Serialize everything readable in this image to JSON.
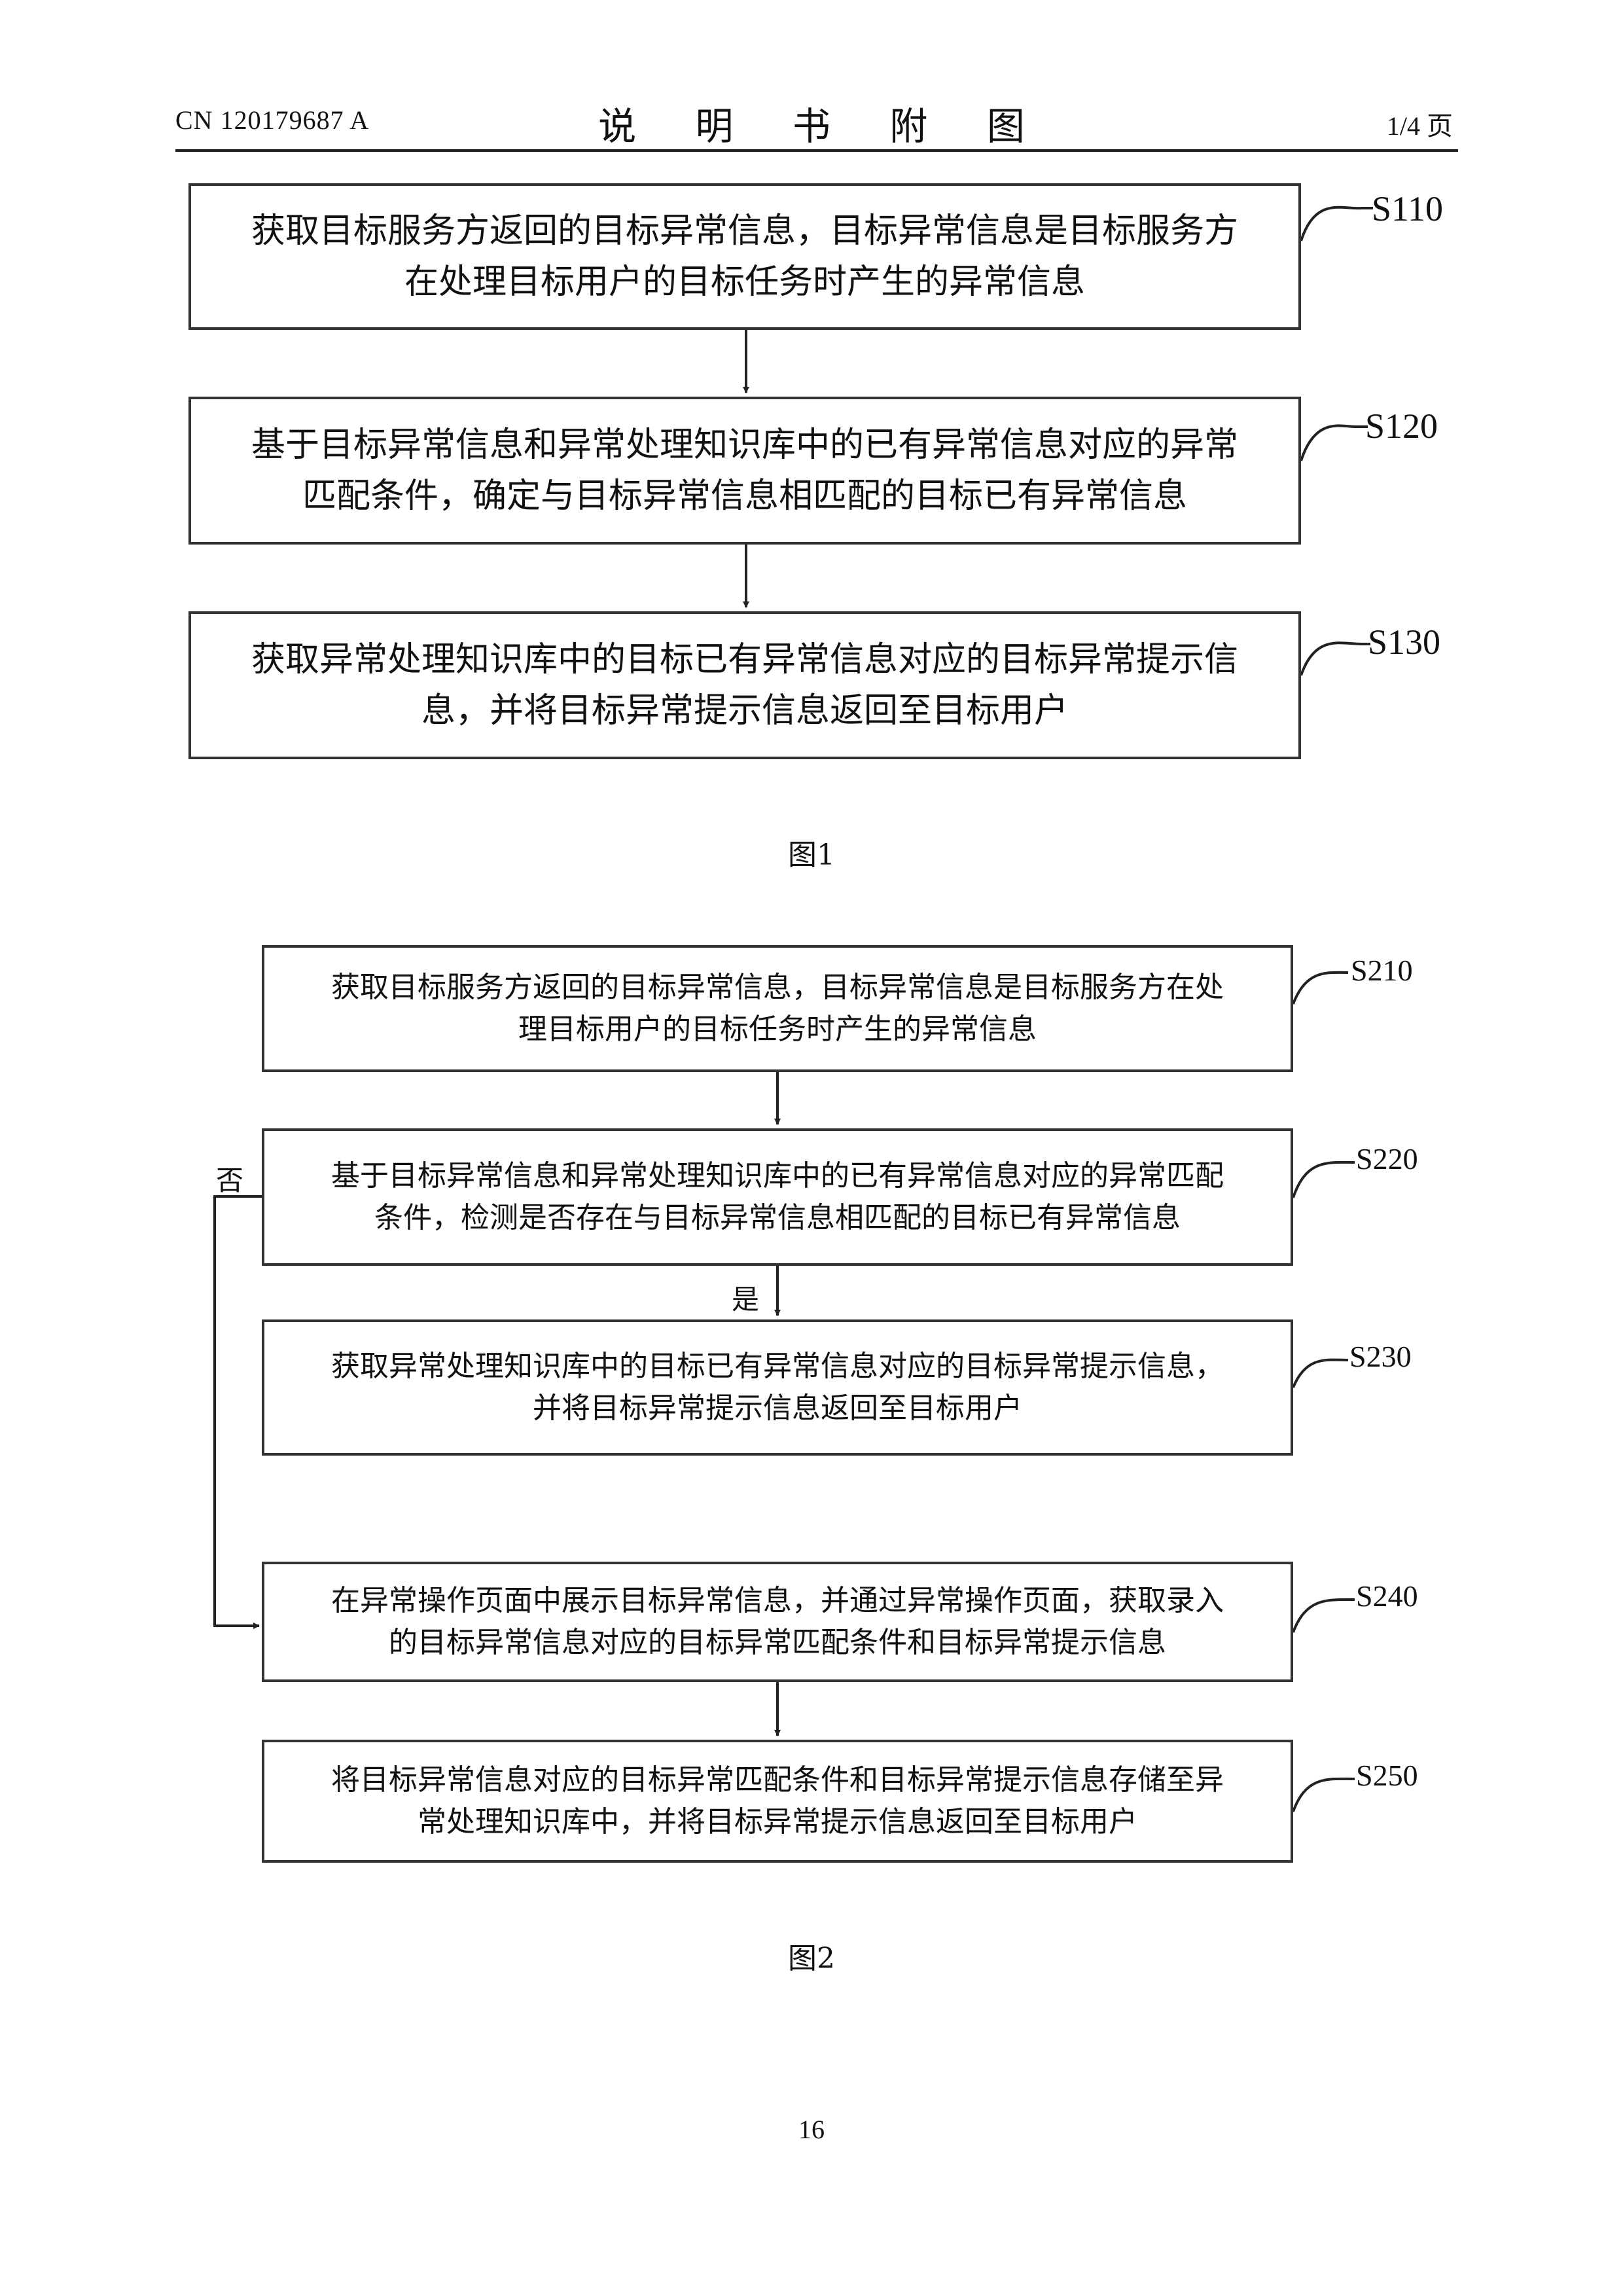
{
  "header": {
    "publication_number": "CN 120179687 A",
    "title": "说 明 书 附 图",
    "page_info": "1/4 页"
  },
  "figure1": {
    "caption": "图1",
    "steps": [
      {
        "id": "S110",
        "text_line1": "获取目标服务方返回的目标异常信息，目标异常信息是目标服务方",
        "text_line2": "在处理目标用户的目标任务时产生的异常信息"
      },
      {
        "id": "S120",
        "text_line1": "基于目标异常信息和异常处理知识库中的已有异常信息对应的异常",
        "text_line2": "匹配条件，确定与目标异常信息相匹配的目标已有异常信息"
      },
      {
        "id": "S130",
        "text_line1": "获取异常处理知识库中的目标已有异常信息对应的目标异常提示信",
        "text_line2": "息，并将目标异常提示信息返回至目标用户"
      }
    ]
  },
  "figure2": {
    "caption": "图2",
    "no_label": "否",
    "yes_label": "是",
    "steps": [
      {
        "id": "S210",
        "text_line1": "获取目标服务方返回的目标异常信息，目标异常信息是目标服务方在处",
        "text_line2": "理目标用户的目标任务时产生的异常信息"
      },
      {
        "id": "S220",
        "text_line1": "基于目标异常信息和异常处理知识库中的已有异常信息对应的异常匹配",
        "text_line2": "条件，检测是否存在与目标异常信息相匹配的目标已有异常信息"
      },
      {
        "id": "S230",
        "text_line1": "获取异常处理知识库中的目标已有异常信息对应的目标异常提示信息，",
        "text_line2": "并将目标异常提示信息返回至目标用户"
      },
      {
        "id": "S240",
        "text_line1": "在异常操作页面中展示目标异常信息，并通过异常操作页面，获取录入",
        "text_line2": "的目标异常信息对应的目标异常匹配条件和目标异常提示信息"
      },
      {
        "id": "S250",
        "text_line1": "将目标异常信息对应的目标异常匹配条件和目标异常提示信息存储至异",
        "text_line2": "常处理知识库中，并将目标异常提示信息返回至目标用户"
      }
    ]
  },
  "page_number": "16"
}
